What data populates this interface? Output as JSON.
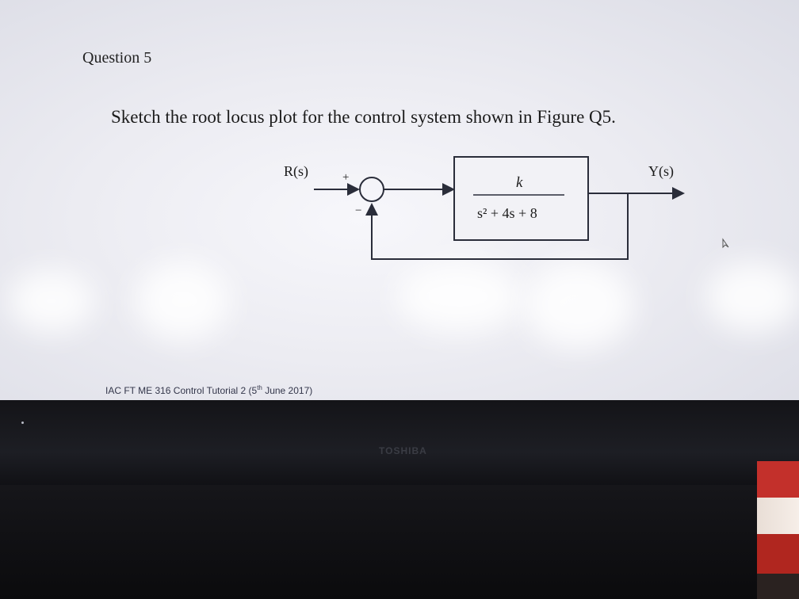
{
  "question": {
    "label": "Question 5"
  },
  "prompt": {
    "text": "Sketch the root locus plot for the control system shown in Figure Q5."
  },
  "diagram": {
    "input_label": "R(s)",
    "output_label": "Y(s)",
    "plus_sign": "+",
    "minus_sign": "−",
    "numerator": "k",
    "denominator": "s² + 4s + 8"
  },
  "footer": {
    "prefix": "IAC FT ME 316 Control Tutorial 2 (5",
    "superscript": "th",
    "suffix": " June 2017)"
  },
  "monitor": {
    "brand": "TOSHIBA"
  },
  "colors": {
    "screen": "#ececf2",
    "ink": "#1b1b1b",
    "bezel": "#1d1e24",
    "pack_red": "#c3302b"
  }
}
